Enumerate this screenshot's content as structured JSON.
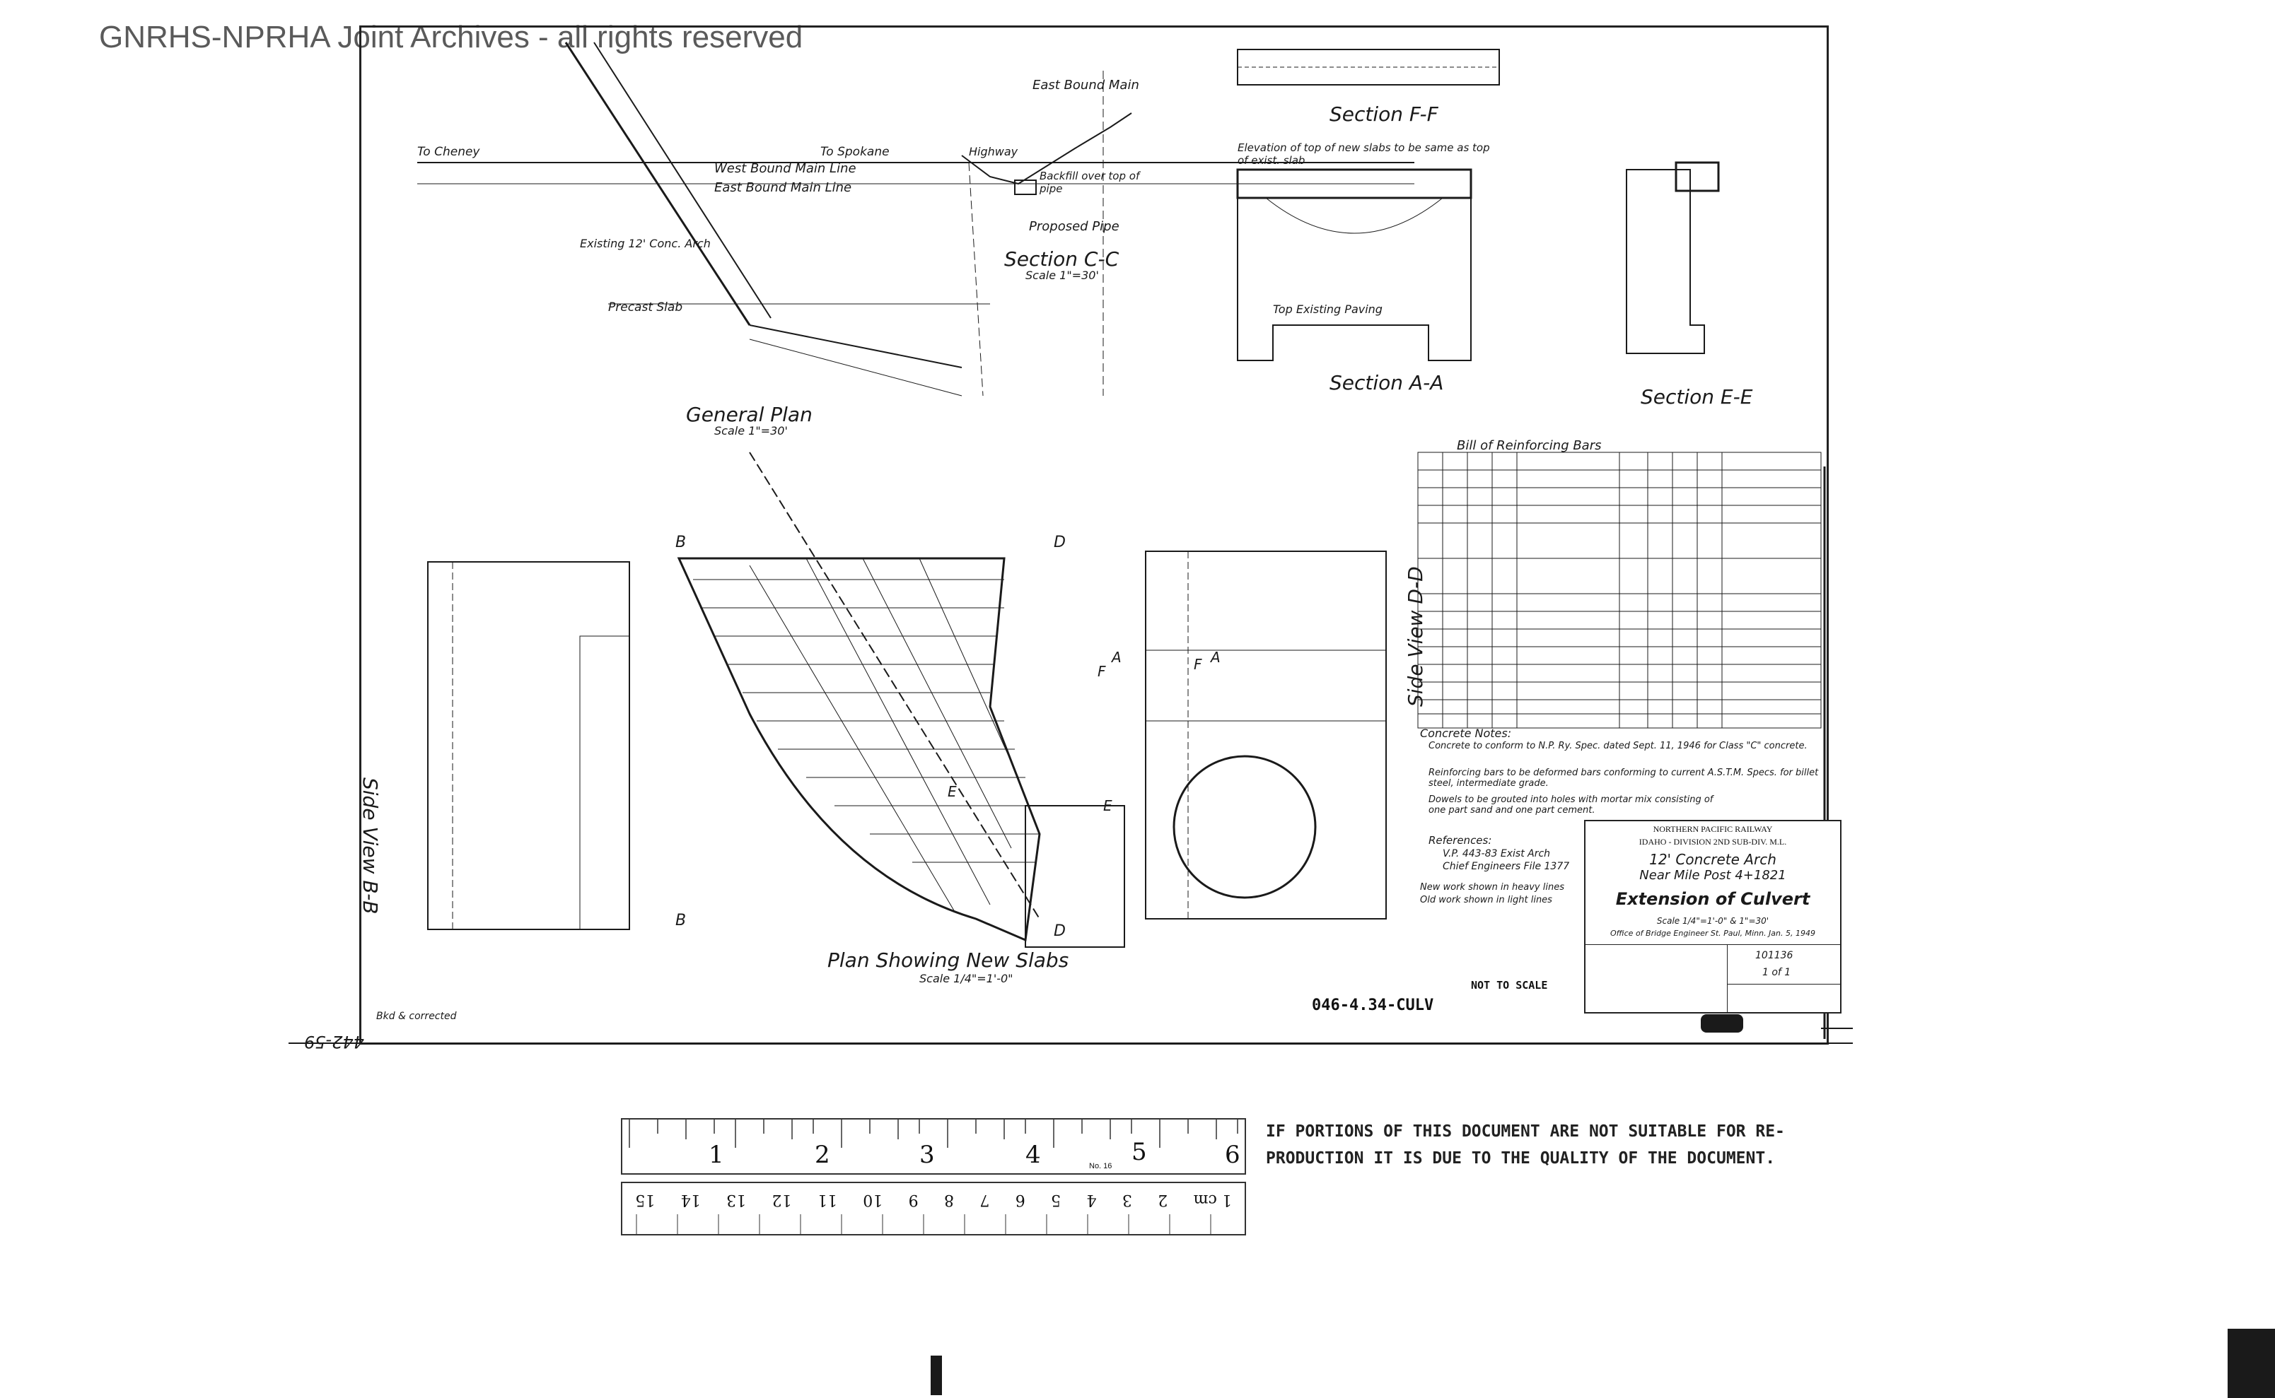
{
  "watermark": "GNRHS-NPRHA Joint Archives - all rights reserved",
  "drawing": {
    "labels": {
      "general_plan": "General Plan",
      "general_plan_scale": "Scale 1\"=30'",
      "section_cc": "Section C-C",
      "section_cc_scale": "Scale 1\"=30'",
      "section_ff": "Section F-F",
      "section_aa": "Section A-A",
      "section_ee": "Section E-E",
      "side_view_bb": "Side View B-B",
      "side_view_dd": "Side View D-D",
      "plan_new_slabs": "Plan Showing New Slabs",
      "plan_new_slabs_scale": "Scale 1/4\"=1'-0\"",
      "proposed_pipe": "Proposed Pipe",
      "east_bound_main": "East Bound Main",
      "west_bound_main": "West Bound Main Line",
      "east_bound_main_line": "East Bound Main Line",
      "to_cheney": "To Cheney",
      "to_spokane": "To Spokane",
      "existing_arch": "Existing 12' Conc. Arch",
      "precast_slab": "Precast Slab",
      "highway": "Highway",
      "top_existing_paving": "Top Existing Paving",
      "backfill_note": "Backfill over top of pipe",
      "elev_note": "Elevation of top of new slabs to be same as top of exist. slab",
      "bill_title": "Bill of Reinforcing Bars",
      "concrete_notes_title": "Concrete Notes:",
      "concrete_note_1": "Concrete to conform to N.P. Ry. Spec. dated Sept. 11, 1946 for Class \"C\" concrete.",
      "concrete_note_2": "Reinforcing bars to be deformed bars conforming to current A.S.T.M. Specs. for billet steel, intermediate grade.",
      "concrete_note_3": "Dowels to be grouted into holes with mortar mix consisting of one part sand and one part cement.",
      "references_title": "References:",
      "references_1": "V.P. 443-83 Exist Arch",
      "references_2": "Chief Engineers File 1377",
      "new_work_note": "New work shown in heavy lines",
      "old_work_note": "Old work shown in light lines",
      "bkd_corrected": "Bkd & corrected",
      "side_margin_no": "442-59",
      "not_to_scale": "NOT TO SCALE",
      "drawing_number": "046-4.34-CULV"
    },
    "title_block": {
      "railway": "NORTHERN PACIFIC RAILWAY",
      "division": "IDAHO - DIVISION 2ND SUB-DIV. M.L.",
      "structure": "12' Concrete Arch",
      "location": "Near Mile Post 4+1821",
      "title": "Extension of Culvert",
      "scale": "Scale 1/4\"=1'-0\" & 1\"=30'",
      "office": "Office of Bridge Engineer  St. Paul, Minn.  Jan. 5, 1949",
      "sheet_no": "101136",
      "sheet_of": "1 of 1"
    },
    "section_letters": [
      "B",
      "B",
      "D",
      "D",
      "A",
      "A",
      "E",
      "E",
      "F",
      "F"
    ]
  },
  "notice": {
    "line1": "IF PORTIONS OF THIS DOCUMENT ARE NOT SUITABLE FOR RE-",
    "line2": "PRODUCTION IT IS DUE TO THE QUALITY OF THE DOCUMENT."
  },
  "ruler": {
    "inch_numbers": [
      "1",
      "2",
      "3",
      "4",
      "5",
      "6"
    ],
    "cm_numbers": [
      "1 cm",
      "2",
      "3",
      "4",
      "5",
      "6",
      "7",
      "8",
      "9",
      "10",
      "11",
      "12",
      "13",
      "14",
      "15"
    ],
    "model": "No. 16"
  },
  "colors": {
    "ink": "#1a1a1a",
    "paper": "#ffffff",
    "watermark": "#5a5a5a"
  }
}
